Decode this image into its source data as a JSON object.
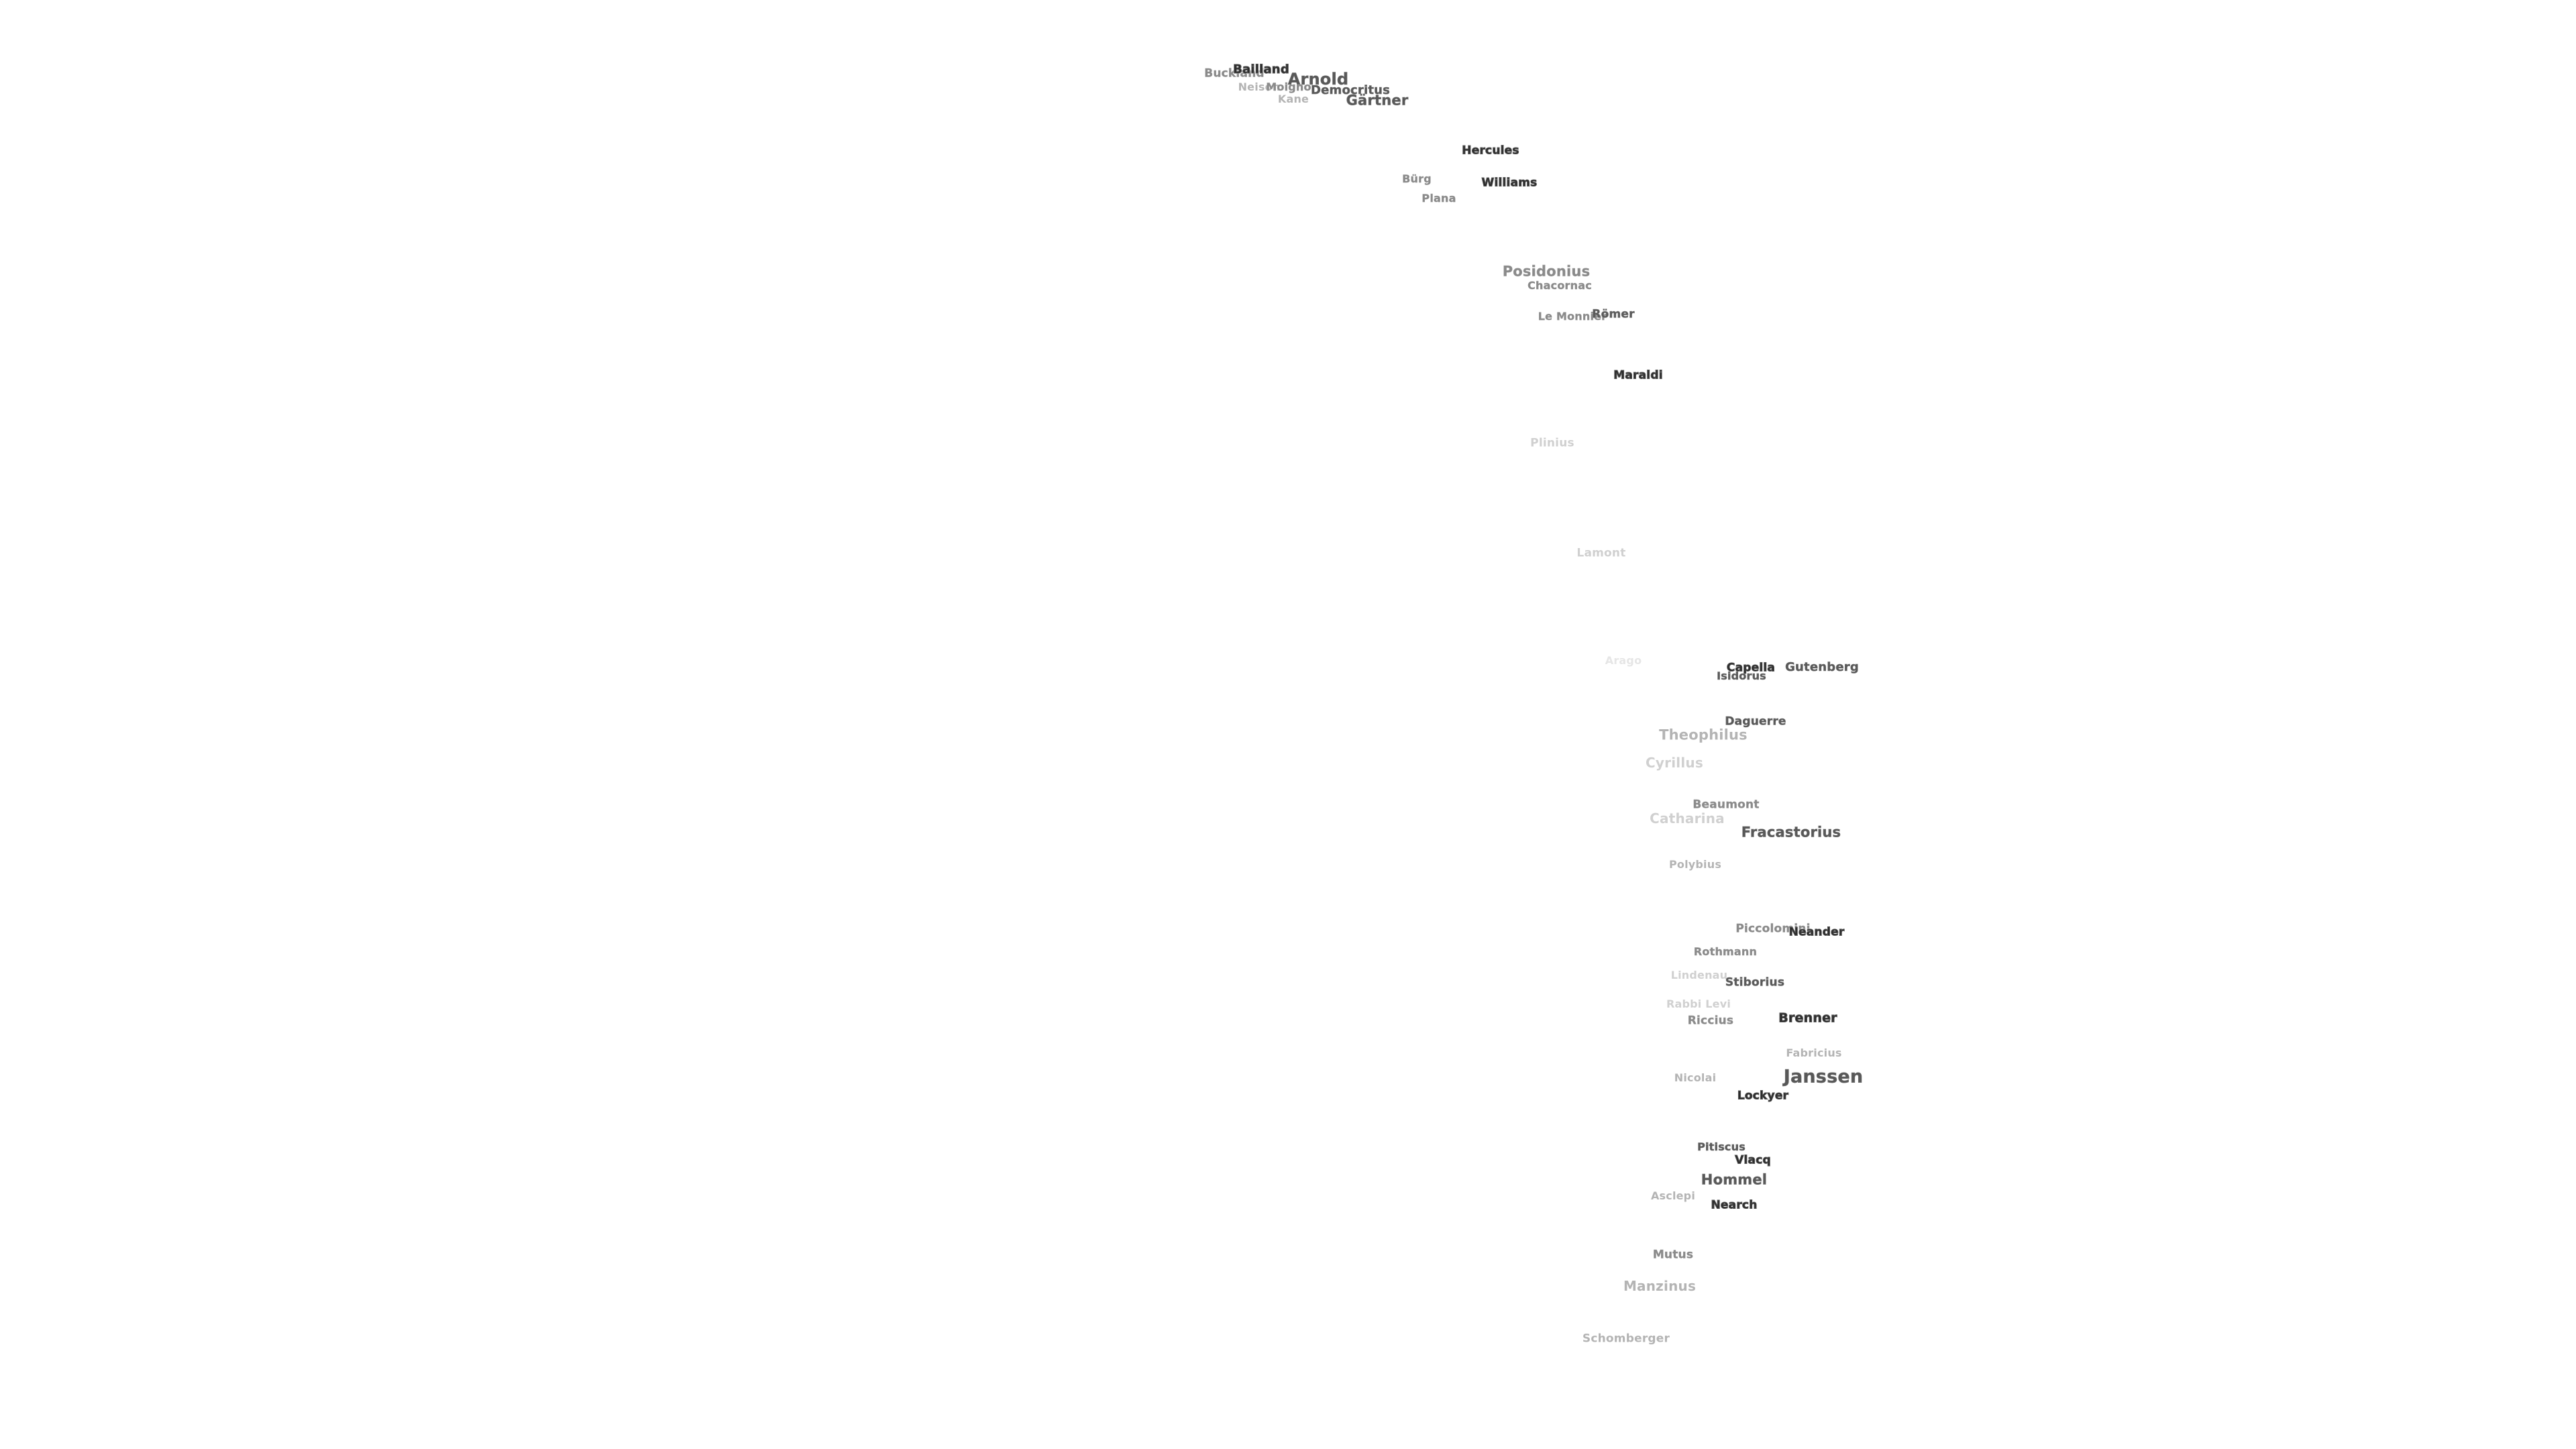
{
  "map": {
    "craters": [
      {
        "name": "Buckland",
        "tone": "t3"
      },
      {
        "name": "Bailland",
        "tone": "t1"
      },
      {
        "name": "Arnold",
        "tone": "t2"
      },
      {
        "name": "Neison",
        "tone": "t4"
      },
      {
        "name": "Moigno",
        "tone": "t3"
      },
      {
        "name": "Democritus",
        "tone": "t2"
      },
      {
        "name": "Gärtner",
        "tone": "t2"
      },
      {
        "name": "Kane",
        "tone": "t4"
      },
      {
        "name": "Hercules",
        "tone": "t1"
      },
      {
        "name": "Bürg",
        "tone": "t3"
      },
      {
        "name": "Williams",
        "tone": "t1"
      },
      {
        "name": "Plana",
        "tone": "t3"
      },
      {
        "name": "Posidonius",
        "tone": "t3"
      },
      {
        "name": "Chacornac",
        "tone": "t3"
      },
      {
        "name": "Le Monnier",
        "tone": "t3"
      },
      {
        "name": "Römer",
        "tone": "t2"
      },
      {
        "name": "Maraldi",
        "tone": "t1"
      },
      {
        "name": "Plinius",
        "tone": "t5"
      },
      {
        "name": "Lamont",
        "tone": "t5"
      },
      {
        "name": "Arago",
        "tone": "t6"
      },
      {
        "name": "Capella",
        "tone": "t1"
      },
      {
        "name": "Isidorus",
        "tone": "t2"
      },
      {
        "name": "Gutenberg",
        "tone": "t2"
      },
      {
        "name": "Daguerre",
        "tone": "t2"
      },
      {
        "name": "Theophilus",
        "tone": "t4"
      },
      {
        "name": "Cyrillus",
        "tone": "t5"
      },
      {
        "name": "Beaumont",
        "tone": "t3"
      },
      {
        "name": "Catharina",
        "tone": "t5"
      },
      {
        "name": "Fracastorius",
        "tone": "t2"
      },
      {
        "name": "Polybius",
        "tone": "t4"
      },
      {
        "name": "Piccolomini",
        "tone": "t3"
      },
      {
        "name": "Neander",
        "tone": "t1"
      },
      {
        "name": "Rothmann",
        "tone": "t3"
      },
      {
        "name": "Lindenau",
        "tone": "t5"
      },
      {
        "name": "Stiborius",
        "tone": "t2"
      },
      {
        "name": "Rabbi Levi",
        "tone": "t5"
      },
      {
        "name": "Riccius",
        "tone": "t3"
      },
      {
        "name": "Brenner",
        "tone": "t1"
      },
      {
        "name": "Fabricius",
        "tone": "t4"
      },
      {
        "name": "Nicolai",
        "tone": "t4"
      },
      {
        "name": "Janssen",
        "tone": "t2"
      },
      {
        "name": "Lockyer",
        "tone": "t1"
      },
      {
        "name": "Pitiscus",
        "tone": "t2"
      },
      {
        "name": "Vlacq",
        "tone": "t1"
      },
      {
        "name": "Hommel",
        "tone": "t2"
      },
      {
        "name": "Asclepi",
        "tone": "t4"
      },
      {
        "name": "Nearch",
        "tone": "t1"
      },
      {
        "name": "Mutus",
        "tone": "t3"
      },
      {
        "name": "Manzinus",
        "tone": "t4"
      },
      {
        "name": "Schomberger",
        "tone": "t4"
      }
    ]
  }
}
